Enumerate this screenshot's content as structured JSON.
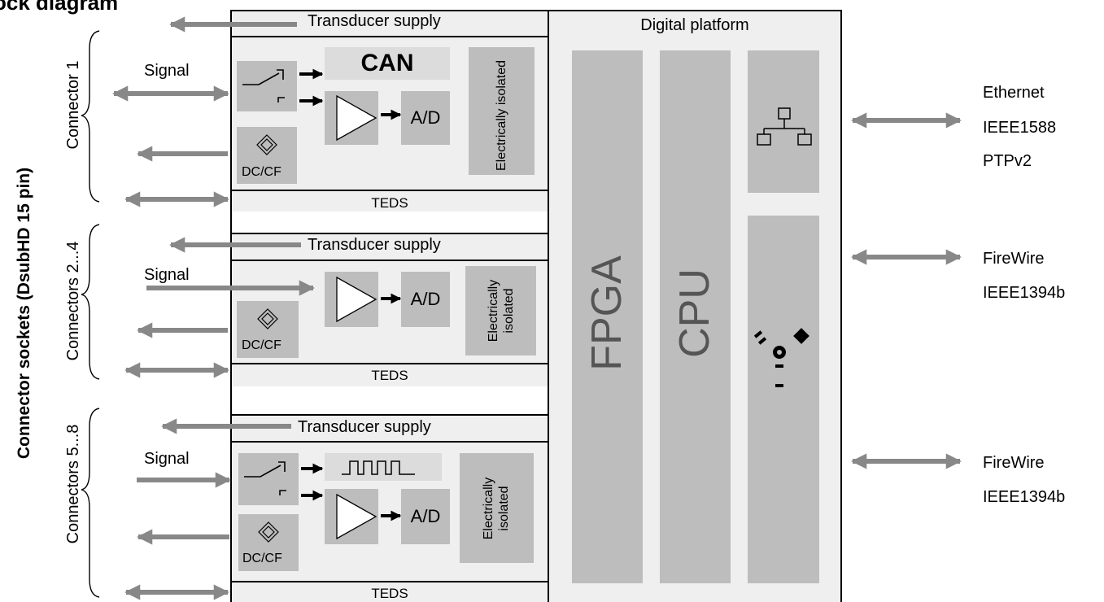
{
  "title": "Block diagram",
  "left_label": "Connector sockets (DsubHD 15 pin)",
  "groups": [
    {
      "connector_label": "Connector 1",
      "supply": "Transducer supply",
      "signal": "Signal",
      "can": "CAN",
      "ad": "A/D",
      "isolated": "Electrically isolated",
      "dccf": "DC/CF",
      "teds": "TEDS"
    },
    {
      "connector_label": "Connectors 2...4",
      "supply": "Transducer supply",
      "signal": "Signal",
      "ad": "A/D",
      "isolated": "Electrically isolated",
      "dccf": "DC/CF",
      "teds": "TEDS"
    },
    {
      "connector_label": "Connectors 5...8",
      "supply": "Transducer supply",
      "signal": "Signal",
      "ad": "A/D",
      "isolated": "Electrically isolated",
      "dccf": "DC/CF",
      "teds": "TEDS"
    }
  ],
  "digital": {
    "title": "Digital platform",
    "fpga": "FPGA",
    "cpu": "CPU"
  },
  "interfaces": [
    {
      "lines": [
        "Ethernet",
        "IEEE1588",
        "PTPv2"
      ]
    },
    {
      "lines": [
        "FireWire",
        "IEEE1394b"
      ]
    },
    {
      "lines": [
        "FireWire",
        "IEEE1394b"
      ]
    }
  ],
  "icons": [
    "network-icon",
    "firewire-icon",
    "bridge-circuit-icon",
    "switch-icon",
    "amplifier-icon",
    "pulse-signal-icon",
    "arrow-icon",
    "brace-icon"
  ],
  "colors": {
    "arrow": "#888888",
    "panel": "#efefef",
    "block": "#bdbdbd",
    "frame": "#000000"
  }
}
